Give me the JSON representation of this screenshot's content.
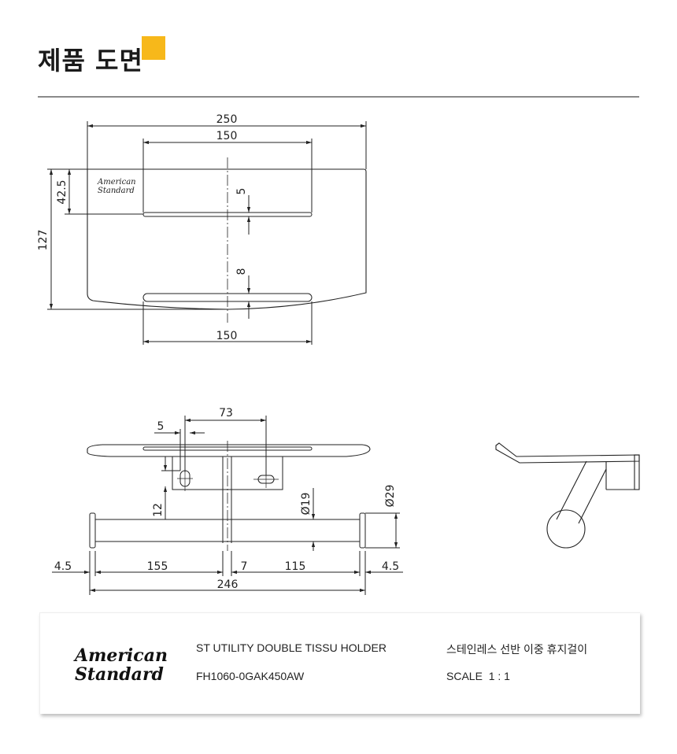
{
  "page": {
    "title": "제품 도면",
    "accent_color": "#f7b81a"
  },
  "drawing": {
    "brand_mark": [
      "American",
      "Standard"
    ],
    "top_view": {
      "overall_width": "250",
      "slot_width_top": "150",
      "slot_width_bottom": "150",
      "overall_depth": "127",
      "logo_offset": "42.5",
      "slot1_gap": "5",
      "slot2_gap": "8"
    },
    "front_view": {
      "slot_offset": "5",
      "mount_spacing": "73",
      "mount_height": "12",
      "rod_diameter": "Ø19",
      "end_cap_diameter": "Ø29",
      "end_left": "4.5",
      "left_span": "155",
      "center_gap": "7",
      "right_span": "115",
      "end_right": "4.5",
      "overall_length": "246"
    }
  },
  "info": {
    "brand_line1": "American",
    "brand_line2": "Standard",
    "product_name_en": "ST UTILITY DOUBLE TISSU HOLDER",
    "model_code": "FH1060-0GAK450AW",
    "product_name_ko": "스테인레스 선반 이중 휴지걸이",
    "scale": "SCALE  1 : 1"
  }
}
